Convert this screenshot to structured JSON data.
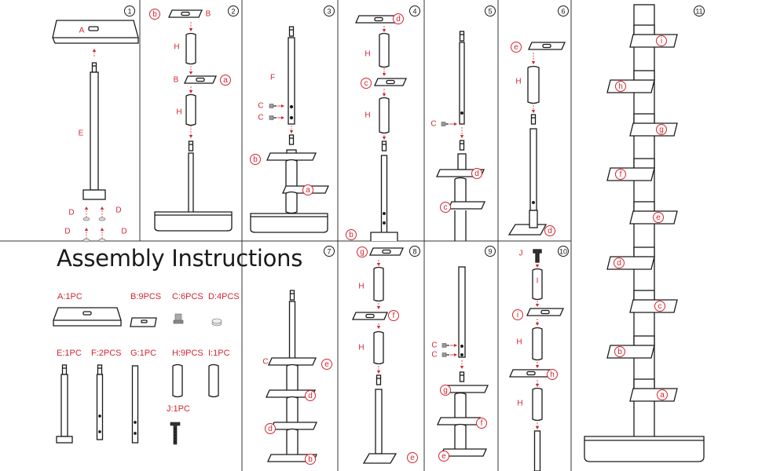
{
  "title": "Assembly Instructions",
  "steps": [
    "1",
    "2",
    "3",
    "4",
    "5",
    "6",
    "7",
    "8",
    "9",
    "10",
    "11"
  ],
  "parts": [
    {
      "label": "A:1PC"
    },
    {
      "label": "B:9PCS"
    },
    {
      "label": "C:6PCS"
    },
    {
      "label": "D:4PCS"
    },
    {
      "label": "E:1PC"
    },
    {
      "label": "F:2PCS"
    },
    {
      "label": "G:1PC"
    },
    {
      "label": "H:9PCS"
    },
    {
      "label": "I:1PC"
    },
    {
      "label": "J:1PC"
    }
  ],
  "letters": {
    "A": "A",
    "B": "B",
    "C": "C",
    "D": "D",
    "E": "E",
    "F": "F",
    "H": "H",
    "I": "I",
    "J": "J",
    "a": "a",
    "b": "b",
    "c": "c",
    "d": "d",
    "e": "e",
    "f": "f",
    "g": "g",
    "h": "h",
    "i": "i"
  },
  "colors": {
    "accent": "#d22630",
    "ink": "#1a1a1a"
  }
}
